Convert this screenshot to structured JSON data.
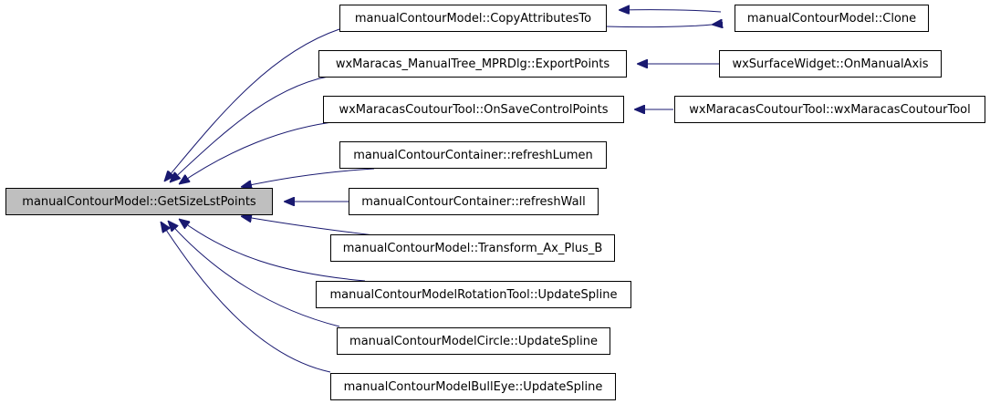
{
  "colors": {
    "edge": "#191970",
    "root_fill": "#bfbfbf",
    "node_fill": "#ffffff",
    "border": "#000000"
  },
  "nodes": {
    "root": "manualContourModel::GetSizeLstPoints",
    "copy_attributes_to": "manualContourModel::CopyAttributesTo",
    "clone": "manualContourModel::Clone",
    "export_points": "wxMaracas_ManualTree_MPRDlg::ExportPoints",
    "on_manual_axis": "wxSurfaceWidget::OnManualAxis",
    "on_save_control_points": "wxMaracasCoutourTool::OnSaveControlPoints",
    "coutour_tool_ctor": "wxMaracasCoutourTool::wxMaracasCoutourTool",
    "refresh_lumen": "manualContourContainer::refreshLumen",
    "refresh_wall": "manualContourContainer::refreshWall",
    "transform_ax_plus_b": "manualContourModel::Transform_Ax_Plus_B",
    "rotation_update_spline": "manualContourModelRotationTool::UpdateSpline",
    "circle_update_spline": "manualContourModelCircle::UpdateSpline",
    "bulleye_update_spline": "manualContourModelBullEye::UpdateSpline"
  }
}
